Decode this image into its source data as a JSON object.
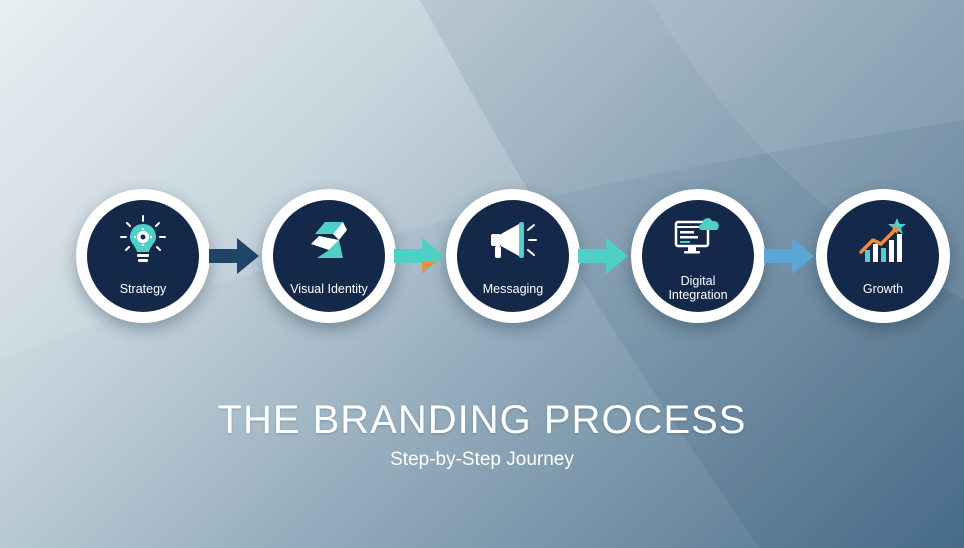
{
  "title": "THE BRANDING PROCESS",
  "subtitle": "Step-by-Step Journey",
  "colors": {
    "circle_fill": "#14294a",
    "circle_ring": "#ffffff",
    "accent_teal": "#4fd0c6",
    "accent_orange": "#f08a3c",
    "arrow_dark": "#1f4468",
    "arrow_light": "#5aa6d6"
  },
  "steps": [
    {
      "label": "Strategy",
      "icon": "lightbulb-gear-icon"
    },
    {
      "label": "Visual Identity",
      "icon": "logo-mark-icon"
    },
    {
      "label": "Messaging",
      "icon": "megaphone-icon"
    },
    {
      "label": "Digital\nIntegration",
      "icon": "monitor-cloud-icon"
    },
    {
      "label": "Growth",
      "icon": "growth-chart-star-icon"
    }
  ],
  "arrows": [
    {
      "color": "#1f4468"
    },
    {
      "color": "#4fd0c6",
      "accent": "#f08a3c"
    },
    {
      "color": "#4fd0c6"
    },
    {
      "color": "#5aa6d6"
    }
  ]
}
